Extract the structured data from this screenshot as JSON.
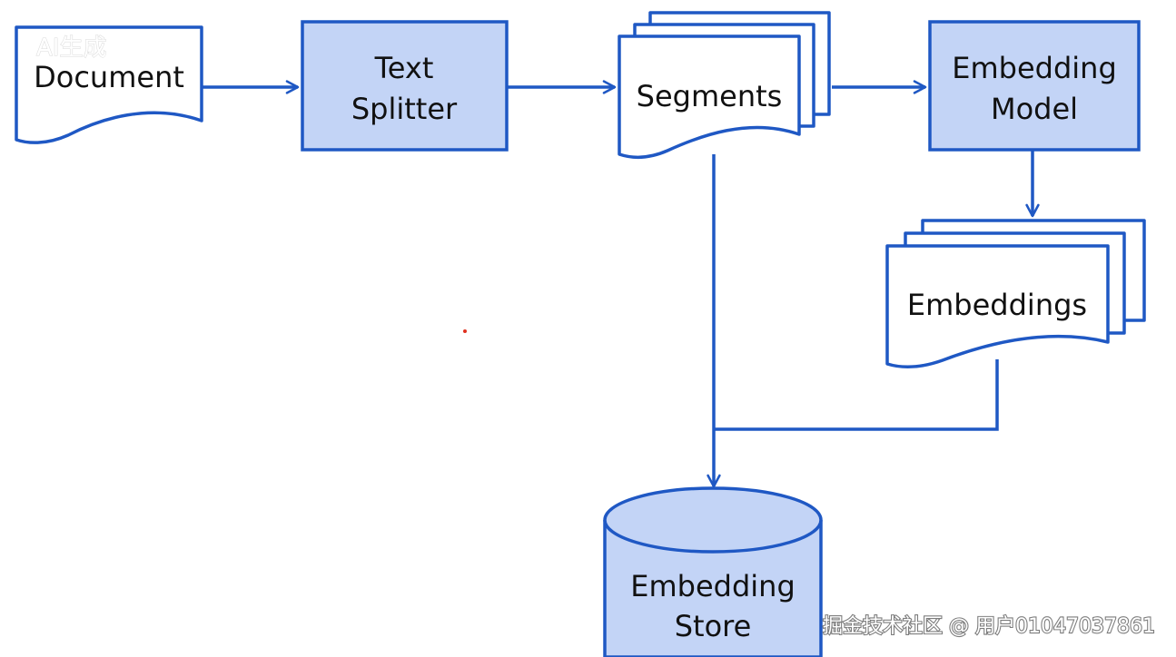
{
  "colors": {
    "stroke": "#1f58c4",
    "box_fill": "#c3d4f6",
    "doc_fill": "#ffffff",
    "text": "#111111",
    "marker": "#e0301e"
  },
  "nodes": {
    "document": {
      "label": "Document"
    },
    "text_splitter": {
      "line1": "Text",
      "line2": "Splitter"
    },
    "segments": {
      "label": "Segments"
    },
    "embedding_model": {
      "line1": "Embedding",
      "line2": "Model"
    },
    "embeddings": {
      "label": "Embeddings"
    },
    "embedding_store": {
      "line1": "Embedding",
      "line2": "Store"
    }
  },
  "badge": {
    "text": "AI生成"
  },
  "watermark": {
    "text": "掘金技术社区 @ 用户01047037861"
  }
}
